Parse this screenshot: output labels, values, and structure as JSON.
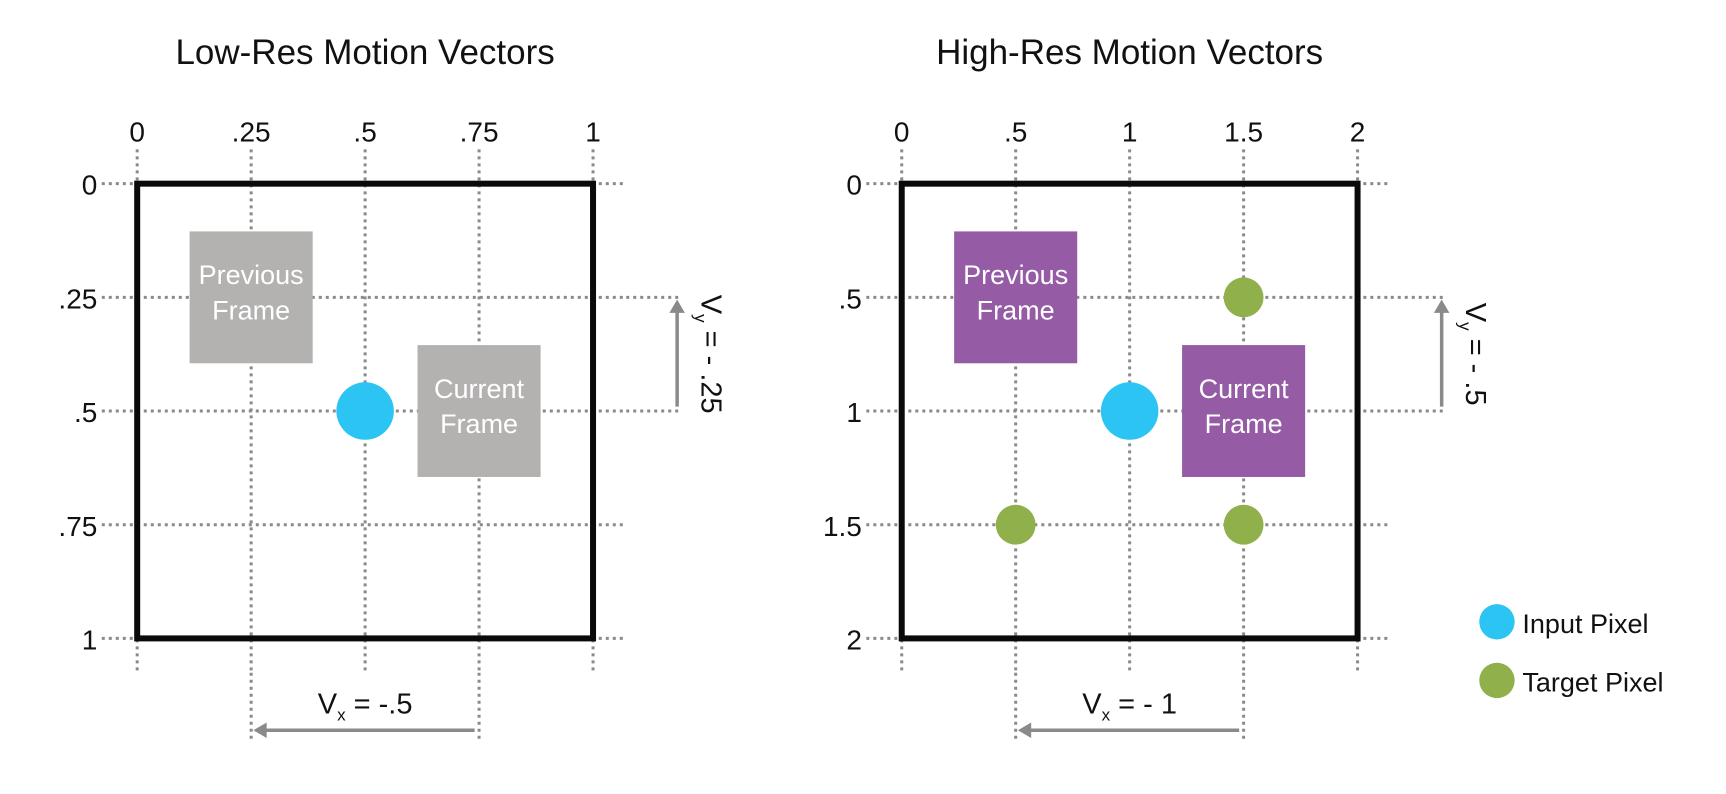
{
  "colors": {
    "input_pixel": "#2BC4F3",
    "target_pixel": "#8FB04A",
    "lowres_frame": "#B3B2B1",
    "highres_frame": "#955BA5",
    "grid": "#8A8A8A",
    "arrow": "#8A8A8A",
    "border": "#0A0A0A"
  },
  "chart_data": [
    {
      "type": "scatter",
      "title": "Low-Res Motion Vectors",
      "x_ticks": [
        "0",
        ".25",
        ".5",
        ".75",
        "1"
      ],
      "y_ticks": [
        "0",
        ".25",
        ".5",
        ".75",
        "1"
      ],
      "x_tick_values": [
        0,
        0.25,
        0.5,
        0.75,
        1
      ],
      "y_tick_values": [
        0,
        0.25,
        0.5,
        0.75,
        1
      ],
      "xlim": [
        0,
        1
      ],
      "ylim": [
        0,
        1
      ],
      "y_inverted": true,
      "grid": true,
      "frames": [
        {
          "label_lines": [
            "Previous",
            "Frame"
          ],
          "center": [
            0.25,
            0.25
          ],
          "size": [
            0.27,
            0.29
          ],
          "style": "lowres"
        },
        {
          "label_lines": [
            "Current",
            "Frame"
          ],
          "center": [
            0.75,
            0.5
          ],
          "size": [
            0.27,
            0.29
          ],
          "style": "lowres"
        }
      ],
      "input_pixels": [
        [
          0.5,
          0.5
        ]
      ],
      "target_pixels": [],
      "vector_x": {
        "label": "V",
        "subscript": "x",
        "value_text": " = -.5",
        "from": 0.75,
        "to": 0.25
      },
      "vector_y": {
        "label": "V",
        "subscript": "y",
        "value_text": " = - .25",
        "from": 0.5,
        "to": 0.25
      }
    },
    {
      "type": "scatter",
      "title": "High-Res Motion Vectors",
      "x_ticks": [
        "0",
        ".5",
        "1",
        "1.5",
        "2"
      ],
      "y_ticks": [
        "0",
        ".5",
        "1",
        "1.5",
        "2"
      ],
      "x_tick_values": [
        0,
        0.5,
        1,
        1.5,
        2
      ],
      "y_tick_values": [
        0,
        0.5,
        1,
        1.5,
        2
      ],
      "xlim": [
        0,
        2
      ],
      "ylim": [
        0,
        2
      ],
      "y_inverted": true,
      "grid": true,
      "frames": [
        {
          "label_lines": [
            "Previous",
            "Frame"
          ],
          "center": [
            0.5,
            0.5
          ],
          "size": [
            0.54,
            0.58
          ],
          "style": "highres"
        },
        {
          "label_lines": [
            "Current",
            "Frame"
          ],
          "center": [
            1.5,
            1.0
          ],
          "size": [
            0.54,
            0.58
          ],
          "style": "highres"
        }
      ],
      "input_pixels": [
        [
          1,
          1
        ]
      ],
      "target_pixels": [
        [
          1.5,
          0.5
        ],
        [
          0.5,
          1.5
        ],
        [
          1.5,
          1.5
        ]
      ],
      "vector_x": {
        "label": "V",
        "subscript": "x",
        "value_text": " = - 1",
        "from": 1.5,
        "to": 0.5
      },
      "vector_y": {
        "label": "V",
        "subscript": "y",
        "value_text": " = - .5",
        "from": 1.0,
        "to": 0.5
      }
    }
  ],
  "legend": {
    "placement": "bottom-right",
    "items": [
      {
        "label": "Input Pixel",
        "kind": "input"
      },
      {
        "label": "Target Pixel",
        "kind": "target"
      }
    ]
  }
}
